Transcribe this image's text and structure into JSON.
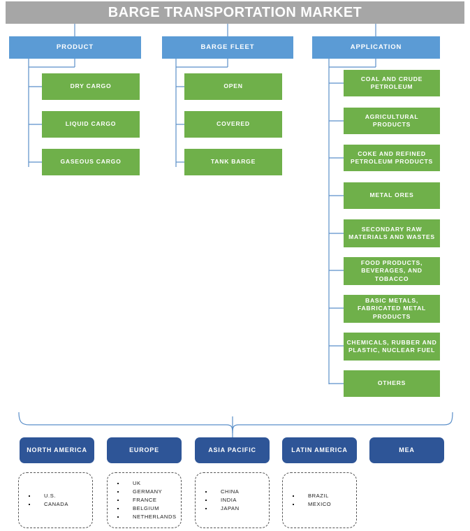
{
  "title": "BARGE TRANSPORTATION MARKET",
  "colors": {
    "title_bar": "#A6A6A6",
    "segment_header": "#5B9BD5",
    "leaf": "#6FB04A",
    "region_pill": "#2E5597",
    "connector": "#5B8FC9"
  },
  "segments": [
    {
      "label": "PRODUCT",
      "items": [
        {
          "label": "DRY CARGO"
        },
        {
          "label": "LIQUID CARGO"
        },
        {
          "label": "GASEOUS CARGO"
        }
      ]
    },
    {
      "label": "BARGE FLEET",
      "items": [
        {
          "label": "OPEN"
        },
        {
          "label": "COVERED"
        },
        {
          "label": "TANK BARGE"
        }
      ]
    },
    {
      "label": "APPLICATION",
      "items": [
        {
          "label": "COAL AND CRUDE PETROLEUM"
        },
        {
          "label": "AGRICULTURAL PRODUCTS"
        },
        {
          "label": "COKE AND REFINED PETROLEUM PRODUCTS"
        },
        {
          "label": "METAL ORES"
        },
        {
          "label": "SECONDARY RAW MATERIALS AND WASTES"
        },
        {
          "label": "FOOD PRODUCTS, BEVERAGES, AND TOBACCO"
        },
        {
          "label": "BASIC METALS, FABRICATED METAL PRODUCTS"
        },
        {
          "label": "CHEMICALS, RUBBER AND PLASTIC, NUCLEAR FUEL"
        },
        {
          "label": "OTHERS"
        }
      ]
    }
  ],
  "regions": [
    {
      "label": "NORTH AMERICA",
      "countries": [
        "U.S.",
        "CANADA"
      ]
    },
    {
      "label": "EUROPE",
      "countries": [
        "UK",
        "GERMANY",
        "FRANCE",
        "BELGIUM",
        "NETHERLANDS"
      ]
    },
    {
      "label": "ASIA PACIFIC",
      "countries": [
        "CHINA",
        "INDIA",
        "JAPAN"
      ]
    },
    {
      "label": "LATIN AMERICA",
      "countries": [
        "BRAZIL",
        "MEXICO"
      ]
    },
    {
      "label": "MEA",
      "countries": []
    }
  ]
}
